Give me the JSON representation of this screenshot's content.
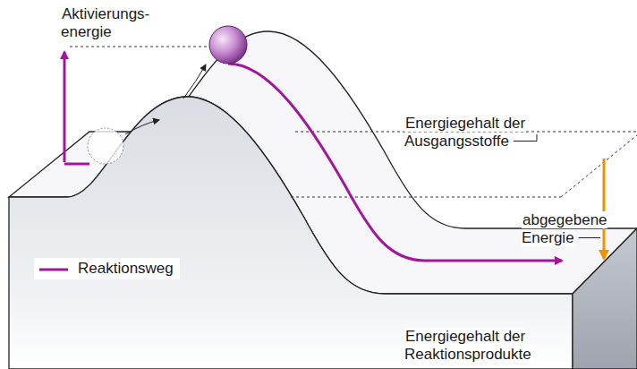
{
  "diagram": {
    "labels": [
      "Aktivierungs- energie",
      "Energiegehalt der Ausgangsstoffe",
      "abgegebene Energie",
      "Energiegehalt der Reaktionsprodukte"
    ],
    "legend": [
      {
        "text": "Reaktionsweg"
      }
    ]
  }
}
